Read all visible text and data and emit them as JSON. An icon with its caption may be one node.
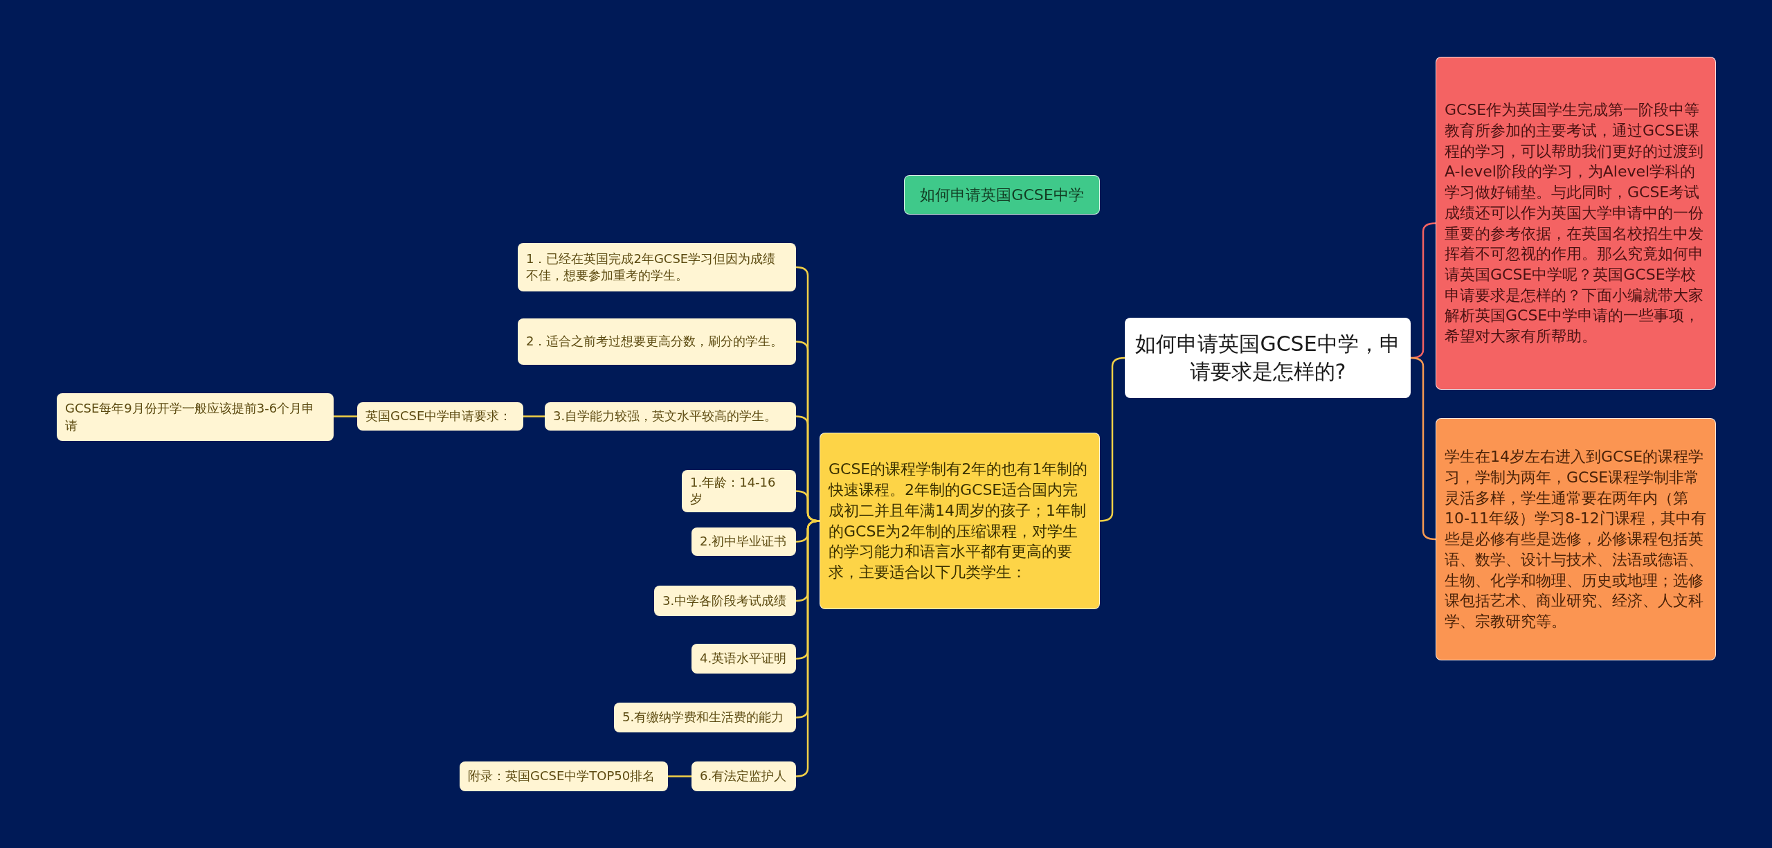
{
  "diagram": {
    "nodes": [
      {
        "text": [
          "如何申请英国GCSE中学"
        ]
      },
      {
        "text": [
          "1．已经在英国完成2年GCSE学习但因为成绩不佳，想要参加重考的学生。"
        ]
      },
      {
        "text": [
          "2．适合之前考过想要更高分数，刷分的学生。"
        ]
      },
      {
        "text": [
          "GCSE每年9月份开学一般应该提前3-6个月申请"
        ]
      },
      {
        "text": [
          "英国GCSE中学申请要求："
        ]
      },
      {
        "text": [
          "3.自学能力较强，英文水平较高的学生。"
        ]
      },
      {
        "text": [
          "1.年龄：14-16岁"
        ]
      },
      {
        "text": [
          "2.初中毕业证书"
        ]
      },
      {
        "text": [
          "3.中学各阶段考试成绩"
        ]
      },
      {
        "text": [
          "4.英语水平证明"
        ]
      },
      {
        "text": [
          "5.有缴纳学费和生活费的能力"
        ]
      },
      {
        "text": [
          "附录：英国GCSE中学TOP50排名"
        ]
      },
      {
        "text": [
          "6.有法定监护人"
        ]
      },
      {
        "text": [
          "GCSE的课程学制有2年的也有1年制的快速课程。2年制的GCSE适合国内完成初二并且年满14周岁的孩子；1年制的GCSE为2年制的压缩课程，对学生的学习能力和语言水平都有更高的要求，主要适合以下几类学生："
        ]
      },
      {
        "text": [
          "如何申请英国GCSE中学，申请要求是怎样的?"
        ]
      },
      {
        "text": [
          "GCSE作为英国学生完成第一阶段中等教育所参加的主要考试，通过GCSE课程的学习，可以帮助我们更好的过渡到A-level阶段的学习，为Alevel学科的学习做好铺垫。与此同时，GCSE考试成绩还可以作为英国大学申请中的一份重要的参考依据，在英国名校招生中发挥着不可忽视的作用。那么究竟如何申请英国GCSE中学呢？英国GCSE学校申请要求是怎样的？下面小编就带大家解析英国GCSE中学申请的一些事项，希望对大家有所帮助。"
        ]
      },
      {
        "text": [
          "学生在14岁左右进入到GCSE的课程学习，学制为两年，GCSE课程学制非常灵活多样，学生通常要在两年内（第10-11年级）学习8-12门课程，其中有些是必修有些是选修，必修课程包括英语、数学、设计与技术、法语或德语、生物、化学和物理、历史或地理；选修课包括艺术、商业研究、经济、人文科学、宗教研究等。"
        ]
      }
    ],
    "edges": [
      {
        "from": 14,
        "to": 13,
        "arrow": "none"
      },
      {
        "from": 14,
        "to": 15,
        "arrow": "none",
        "color": "#f26262"
      },
      {
        "from": 14,
        "to": 16,
        "arrow": "none",
        "color": "#f79a52"
      },
      {
        "from": 13,
        "to": 1,
        "arrow": "none"
      },
      {
        "from": 13,
        "to": 2,
        "arrow": "none"
      },
      {
        "from": 13,
        "to": 5,
        "arrow": "none"
      },
      {
        "from": 13,
        "to": 6,
        "arrow": "none"
      },
      {
        "from": 13,
        "to": 7,
        "arrow": "none"
      },
      {
        "from": 13,
        "to": 8,
        "arrow": "none"
      },
      {
        "from": 13,
        "to": 9,
        "arrow": "none"
      },
      {
        "from": 13,
        "to": 10,
        "arrow": "none"
      },
      {
        "from": 13,
        "to": 12,
        "arrow": "none"
      },
      {
        "from": 5,
        "to": 4,
        "arrow": "none"
      },
      {
        "from": 4,
        "to": 3,
        "arrow": "none"
      },
      {
        "from": 12,
        "to": 11,
        "arrow": "none"
      }
    ]
  }
}
